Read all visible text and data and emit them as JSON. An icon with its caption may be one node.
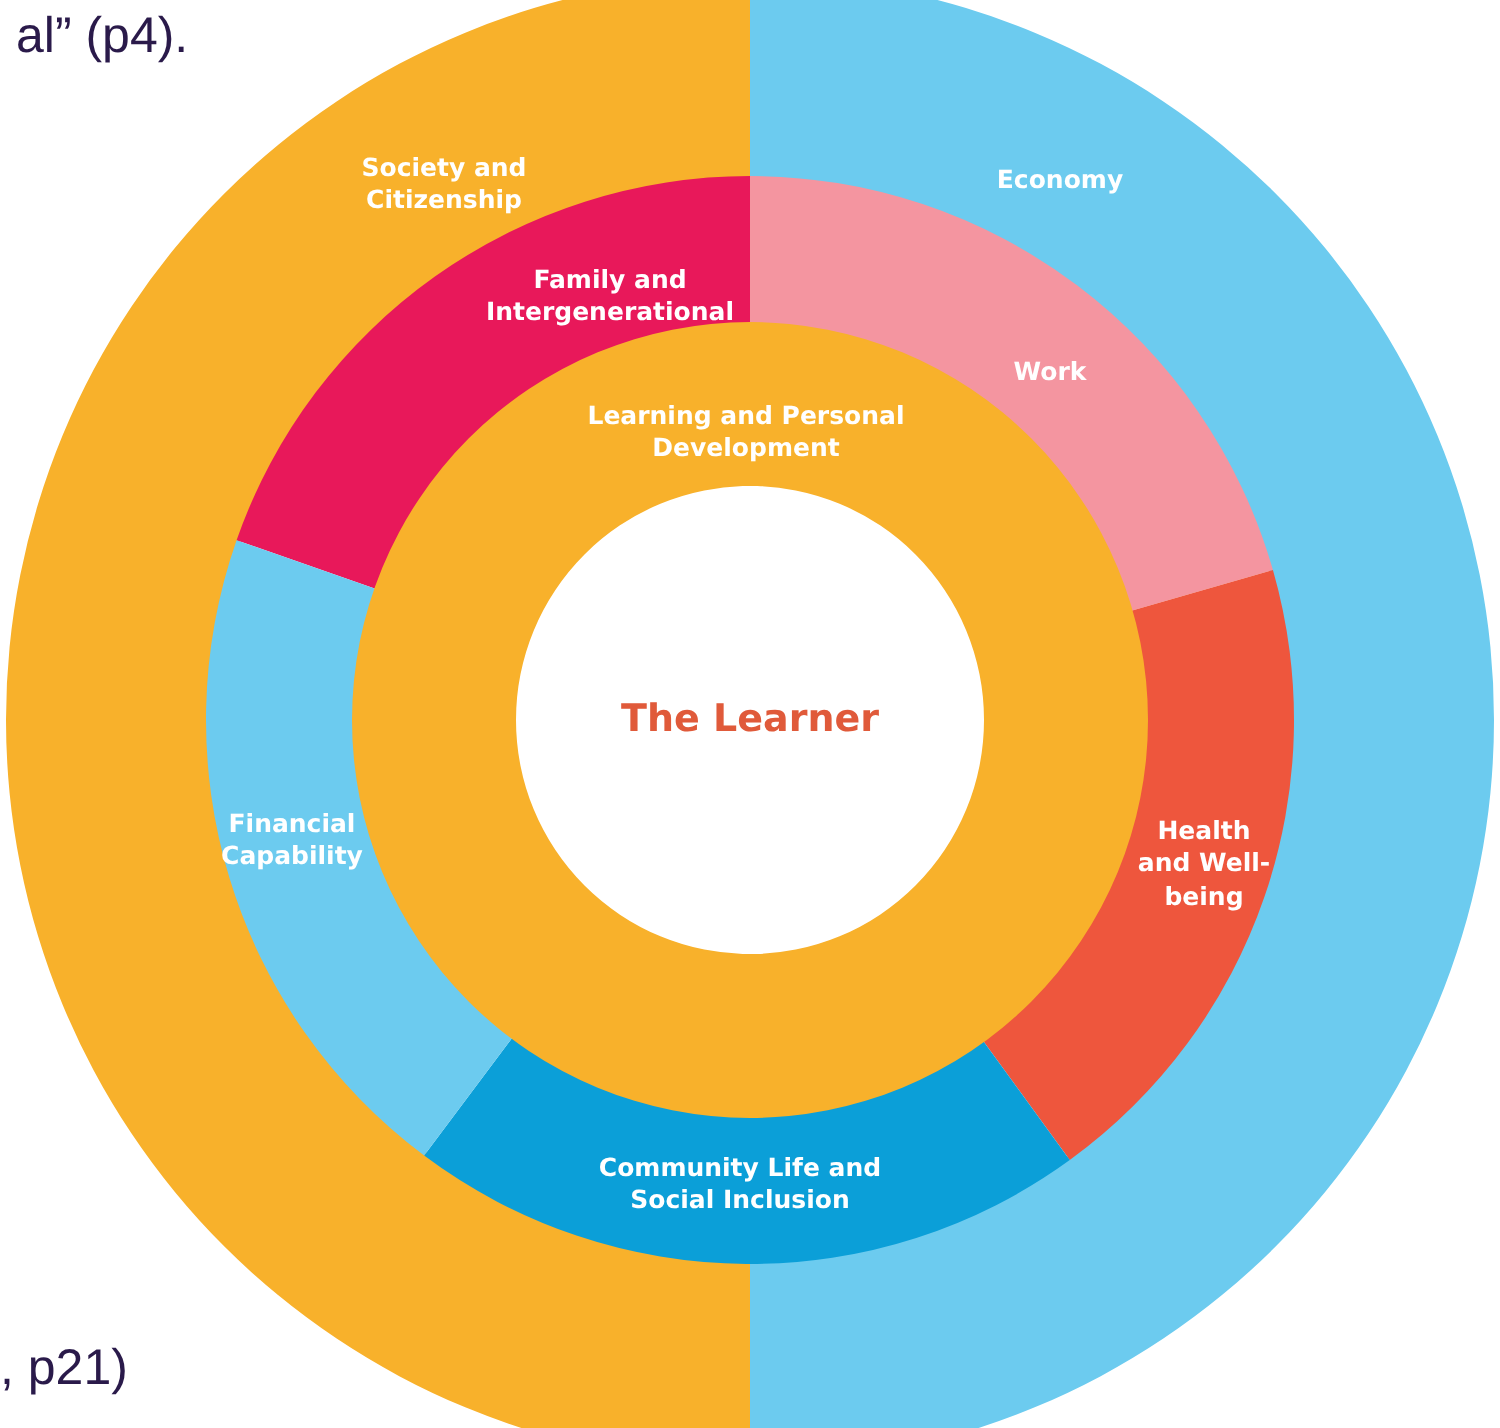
{
  "diagram": {
    "nodes": [
      {
        "text": [
          "Society and Citizenship"
        ]
      },
      {
        "text": [
          "Economy"
        ]
      },
      {
        "text": [
          "Family and Intergenerational"
        ]
      },
      {
        "text": [
          "Work"
        ]
      },
      {
        "text": [
          "Health and Well-being"
        ]
      },
      {
        "text": [
          "Community Life and Social Inclusion"
        ]
      },
      {
        "text": [
          "Financial Capability"
        ]
      },
      {
        "text": [
          "Learning and Personal Development"
        ]
      },
      {
        "text": [
          "The Learner"
        ],
        "in": 7
      }
    ],
    "labels": [
      "al” (p4).",
      ", p21)"
    ]
  }
}
